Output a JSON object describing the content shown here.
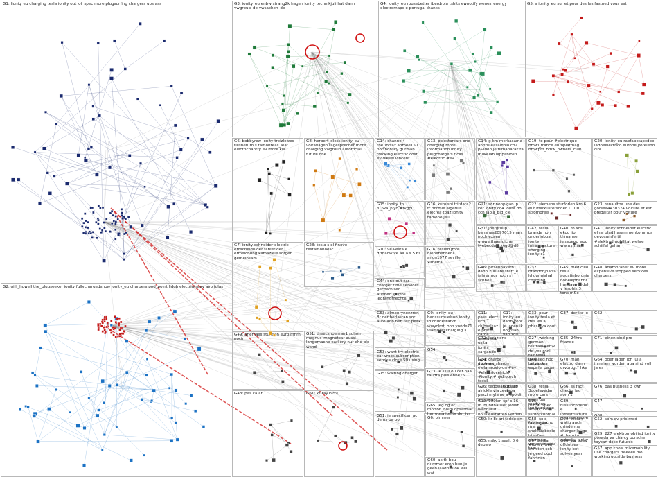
{
  "groups": [
    {
      "id": "G1",
      "label": "G1: lioniq_eu charging tesla ionity out_of_spec more plugsurfing chargers ups ass",
      "color": "#1a2a6e"
    },
    {
      "id": "G2",
      "label": "G2: gilli_howell the_plugseeker ionity fullychargedshow ionity_eu chargers pod_point lidgb electrighway avoltolas",
      "color": "#1c72c4"
    },
    {
      "id": "G3",
      "label": "G3: ionity_eu enbw strang2k hagen ionity technikjuli hat dann vwgroup_de vwsachen_de",
      "color": "#1f7a3a"
    },
    {
      "id": "G4",
      "label": "G4: ionity_eu rousebetter iberdrola tshits ewnotify wenes_energy electromaps e portugal thanks",
      "color": "#2a8f5a"
    },
    {
      "id": "G5",
      "label": "G5: s ionity_eu sur et pour des les fastned vous est",
      "color": "#c41a1a"
    },
    {
      "id": "G6",
      "label": "G6: bobbyrew ionity treizlewes tillsherum.s tamonteas_leaf electricpantry ev more kw",
      "color": "#222222"
    },
    {
      "id": "G8",
      "label": "G8: herbert_dless ionity_eu voltavagen ragesprecher more charging vwgroup autofficial future one",
      "color": "#d07a12"
    },
    {
      "id": "G14",
      "label": "G14: channel4 the_lottaz ahmee150 northonsky gurmah tracking electric cost ev diesel vincent",
      "color": "#3a8ad8"
    },
    {
      "id": "G13",
      "label": "G13: polestarcars one charging more information ionity plugchargers ricas #electric #ev",
      "color": "#7a7a7a"
    },
    {
      "id": "G14b",
      "label": "G14: g km merkasama annfisleasalfiolo.co2 p&idob je tilmaharakita mukelan lappaniosti",
      "color": "#5a3aa0"
    },
    {
      "id": "G19",
      "label": "G19: to pour #electrique bmwi_france europlatmag bmwpm_bmw_owners_club",
      "color": "#5a5a5a"
    },
    {
      "id": "G20",
      "label": "G20: ionity_eu raefapetapcdoe ladoeelectrico europe jforeleno ciol",
      "color": "#8aa03a"
    },
    {
      "id": "G7",
      "label": "G7: ionity schneider electric emschelduider fabler der ermeichung klimaziele sorgen gemeinsam",
      "color": "#e0a020"
    },
    {
      "id": "G15",
      "label": "G15: ionity_to fu_wa_plyo #fvgpl...",
      "color": "#c03080"
    },
    {
      "id": "G16",
      "label": "G16: kuroishi tritdata2 fr normie algerius elecrea tpaz ionity tamone jeu",
      "color": "#444444"
    },
    {
      "id": "G21",
      "label": "G21: sor noppigan_p ker ionity co4 louta do cch lapla_big_cle",
      "color": "#3a6a3a"
    },
    {
      "id": "G22",
      "label": "G22: siemens sturforlen km 6 eur markustersoder 1 100 strompreis",
      "color": "#6a2a2a"
    },
    {
      "id": "G23",
      "label": "G23: renaultpa une des gorsea4430374 voiture et est bredaltar pour voiture",
      "color": "#8a5a2a"
    },
    {
      "id": "G28",
      "label": "G28: tesla s el fineve testamonoesc",
      "color": "#2a5a8a"
    },
    {
      "id": "G10",
      "label": "G10: ve vesta e drmaow ve aa a s 5 6s",
      "color": "#444444"
    },
    {
      "id": "G16b",
      "label": "G16: tesled jmre niebebennehl anon1977 seville ximerta",
      "color": "#444444"
    },
    {
      "id": "G31",
      "label": "G31: joergruup bananas2097015 man noch exaem umwelthaendicher t4ebecdam mgd@d8",
      "color": "#444444"
    },
    {
      "id": "G42",
      "label": "G42: tesla brande non onderjobbal ionity infrastructure charging ionity c1",
      "color": "#444444"
    },
    {
      "id": "G40",
      "label": "G40: ro xos ekoo jjo thmanse jenapeqo woo ww ny mas",
      "color": "#444444"
    },
    {
      "id": "G41",
      "label": "G41: ionity schneider electric elhal glad'hasammenkommus gevosumfertil #elektrodmobilitat wehre schiffel gehan",
      "color": "#444444"
    },
    {
      "id": "G44",
      "label": "G44: one out car charger time services gecharnised atinned_garros jegrandmechtel",
      "color": "#444444"
    },
    {
      "id": "G46",
      "label": "G46: pirsenbayern dann 200 afe start_e fahrer nur noch s schnell",
      "color": "#444444"
    },
    {
      "id": "G32",
      "label": "G32: brandonjharrald dunnishal charging",
      "color": "#444444"
    },
    {
      "id": "G45",
      "label": "G45: medicillo tesla agustinboronie nonelephant7 hunday model y lesphiz 3 tons m&c",
      "color": "#444444"
    },
    {
      "id": "G48",
      "label": "G48: adamnraner ev more expensive stopped services chargers",
      "color": "#444444"
    },
    {
      "id": "G49",
      "label": "G49: anemails stunden euro mnrh nocin",
      "color": "#444444"
    },
    {
      "id": "G51",
      "label": "G51: theecsnoeman1 sohon magnus_magnetcar aussi langemache earliery nur ehe ble wkhd",
      "color": "#444444"
    },
    {
      "id": "G63",
      "label": "G63: almonrynonzron 8r der herlastan sor auto aon hen fait peak ...",
      "color": "#444444"
    },
    {
      "id": "G9",
      "label": "G9: ionity_eu banssumuelson ionity ld chudestar76 wwyclmtj ohn yonde71 viamithrl charging 3",
      "color": "#444444"
    },
    {
      "id": "G11",
      "label": "G11: pass_electrico clubsalsaze precio carga joseluisoposita ionity cargando pozancito cent electrito",
      "color": "#444444"
    },
    {
      "id": "G17",
      "label": "G17: ionity_eu dann voor je laden ik nog dan van zou",
      "color": "#444444"
    },
    {
      "id": "G33",
      "label": "G33: pour ionity tesla et des les à phase ya cout",
      "color": "#444444"
    },
    {
      "id": "G37",
      "label": "G37: der ikr jo",
      "color": "#444444"
    },
    {
      "id": "G62",
      "label": "G62:",
      "color": "#444444"
    },
    {
      "id": "G53",
      "label": "G53: want try electric car vroos subscription service close 50 using",
      "color": "#444444"
    },
    {
      "id": "G54",
      "label": "G54:",
      "color": "#444444"
    },
    {
      "id": "G72",
      "label": "G72: locazione",
      "color": "#444444"
    },
    {
      "id": "G27",
      "label": "G27: working german testtaakvenwide yes cool fair tesla installed hpc network",
      "color": "#444444"
    },
    {
      "id": "G35",
      "label": "G35: 24hrs friande",
      "color": "#444444"
    },
    {
      "id": "G71",
      "label": "G71: einen sind pro",
      "color": "#444444"
    },
    {
      "id": "G75",
      "label": "G75: waiting charger",
      "color": "#444444"
    },
    {
      "id": "G73",
      "label": "G73: ik ss il ou cer paa faudra pulsienne15",
      "color": "#444444"
    },
    {
      "id": "G34",
      "label": "G34: charge duchess_sharon elelamrovio-on #ev #electricvehicle #ionity #hydrotech fossil",
      "color": "#444444"
    },
    {
      "id": "G44b",
      "label": "G44: barcelona españa pagar",
      "color": "#444444"
    },
    {
      "id": "G70",
      "label": "G70: man elektro dann urvorogt? hke",
      "color": "#444444"
    },
    {
      "id": "G64",
      "label": "G64: oder laden ich julia innehen wurden aua sind voll ja es",
      "color": "#444444"
    },
    {
      "id": "G65",
      "label": "G65: jeg og er morton_holm opsatmar har ogsa ionity der ivr",
      "color": "#444444"
    },
    {
      "id": "G26",
      "label": "G26: tedowarf gallix alrickle via zeelspa pazzi mylaine a apoldi anthony",
      "color": "#444444"
    },
    {
      "id": "G38",
      "label": "G38: tesla 3doelayedar more cars even del ready ev ionity europe",
      "color": "#444444"
    },
    {
      "id": "G66",
      "label": "G66: ss fact checks jag aom 1",
      "color": "#444444"
    },
    {
      "id": "G76",
      "label": "G76: pas bushess 3 kwh",
      "color": "#444444"
    },
    {
      "id": "G36",
      "label": "G36: a0",
      "color": "#444444"
    },
    {
      "id": "G47",
      "label": "G47:",
      "color": "#444444"
    },
    {
      "id": "G43",
      "label": "G43: pas ca ar",
      "color": "#444444"
    },
    {
      "id": "G61",
      "label": "G61: kt-ray1959",
      "color": "#444444"
    },
    {
      "id": "G51b",
      "label": "G51: je specificen ac de ns pa po",
      "color": "#444444"
    },
    {
      "id": "G6b",
      "label": "G6: bimmer",
      "color": "#444444"
    },
    {
      "id": "G12",
      "label": "G12: 100km spf s 16 m_hundhauser jedwn ivanhurld holzheustatten verden",
      "color": "#444444"
    },
    {
      "id": "G25",
      "label": "G25: out_of_spec americ.com sshfozcunthall fabrie_tischuma shakildabodiebtenfanc charging vorkehenesdatam",
      "color": "#444444"
    },
    {
      "id": "G39",
      "label": "G39: russlinchhehire Infrastructure janseamzwefriwatig auch grindehne charger lauge #charging autocity ionity",
      "color": "#444444"
    },
    {
      "id": "G68",
      "label": "G68:",
      "color": "#444444"
    },
    {
      "id": "G50",
      "label": "G50: kr 8r ari fadde en",
      "color": "#444444"
    },
    {
      "id": "G58",
      "label": "G58: sole tesla gald",
      "color": "#444444"
    },
    {
      "id": "G59",
      "label": "G59: tesla s",
      "color": "#444444"
    },
    {
      "id": "G29",
      "label": "G29: 227 elektromobilisd ionity posada va charcy porsche taycan dose futures",
      "color": "#444444"
    },
    {
      "id": "G60",
      "label": "G60: ak tk bou nummer erop hun je geen laadpas ok wel wat",
      "color": "#444444"
    },
    {
      "id": "G55",
      "label": "G55: måk 1 sealt 0 6 debajo",
      "color": "#444444"
    },
    {
      "id": "G67",
      "label": "G67: tesla #ionity mein christen seh je geed doch fahrtnen",
      "color": "#444444"
    },
    {
      "id": "G56",
      "label": "G56: vw boos offdotses ionity bot solves year",
      "color": "#444444"
    },
    {
      "id": "G57",
      "label": "G57: app know mikemobility use chargers freeeeil mo working outside bushess",
      "color": "#444444"
    },
    {
      "id": "G52",
      "label": "G52: som ev pris med",
      "color": "#444444"
    }
  ]
}
